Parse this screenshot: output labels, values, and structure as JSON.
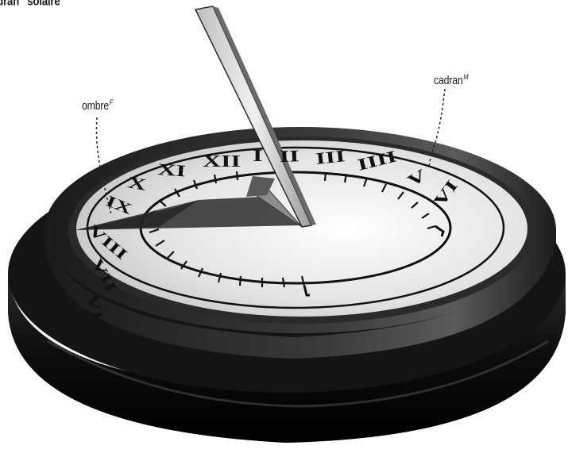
{
  "labels": {
    "title": {
      "word1": "cadran",
      "sup1": "M",
      "word2": "solaire"
    },
    "ombre": {
      "word": "ombre",
      "sup": "F"
    },
    "cadran": {
      "word": "cadran",
      "sup": "M"
    }
  },
  "dial": {
    "numerals": [
      "VI",
      "VII",
      "VIII",
      "IX",
      "X",
      "XI",
      "XII",
      "I",
      "II",
      "III",
      "IIII",
      "V",
      "VI"
    ]
  },
  "colors": {
    "base": "#101010",
    "face": "#e6e6e6",
    "ink": "#111111",
    "gnomon": "#d8d8d8",
    "shadow": "#2b2b2b"
  }
}
